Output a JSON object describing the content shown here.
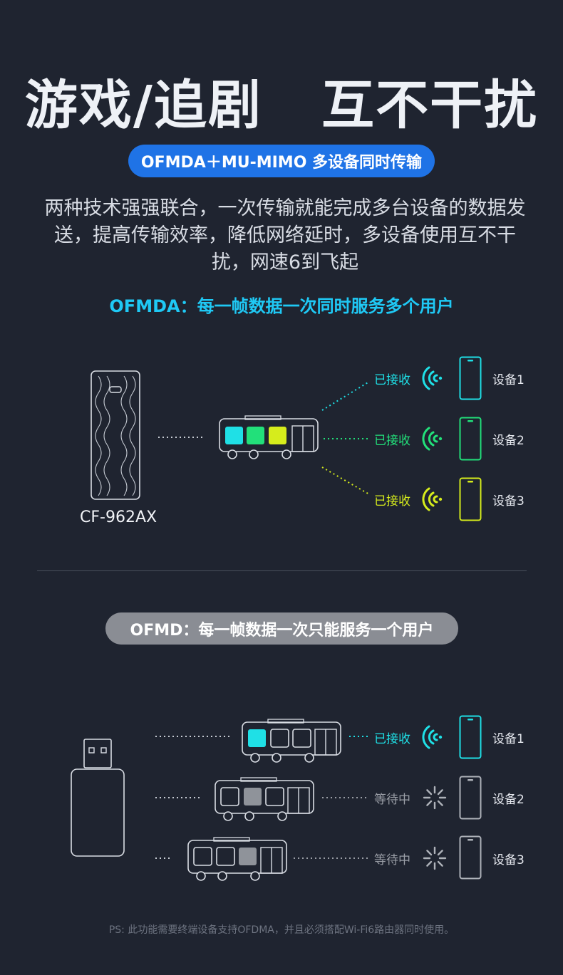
{
  "headline": "游戏/追剧   互不干扰",
  "tech_pill": "OFMDA＋MU-MIMO  多设备同时传输",
  "description": "两种技术强强联合，一次传输就能完成多台设备的数据发送，提高传输效率，降低网络延时，多设备使用互不干扰，网速6到飞起",
  "ofdma_caption": "OFMDA：每一帧数据一次同时服务多个用户",
  "ofdm_caption": "OFMD：每一帧数据一次只能服务一个用户",
  "product_model": "CF-962AX",
  "ofdma_devices": [
    {
      "status": "已接收",
      "label": "设备1",
      "color": "#1fe0e6"
    },
    {
      "status": "已接收",
      "label": "设备2",
      "color": "#22e07a"
    },
    {
      "status": "已接收",
      "label": "设备3",
      "color": "#d6ec1c"
    }
  ],
  "ofdm_devices": [
    {
      "status": "已接收",
      "label": "设备1",
      "color": "#1fe0e6"
    },
    {
      "status": "等待中",
      "label": "设备2",
      "color": "#9a9ea6"
    },
    {
      "status": "等待中",
      "label": "设备3",
      "color": "#9a9ea6"
    }
  ],
  "footnote": "PS: 此功能需要终端设备支持OFDMA，并且必须搭配Wi-Fi6路由器同时使用。"
}
